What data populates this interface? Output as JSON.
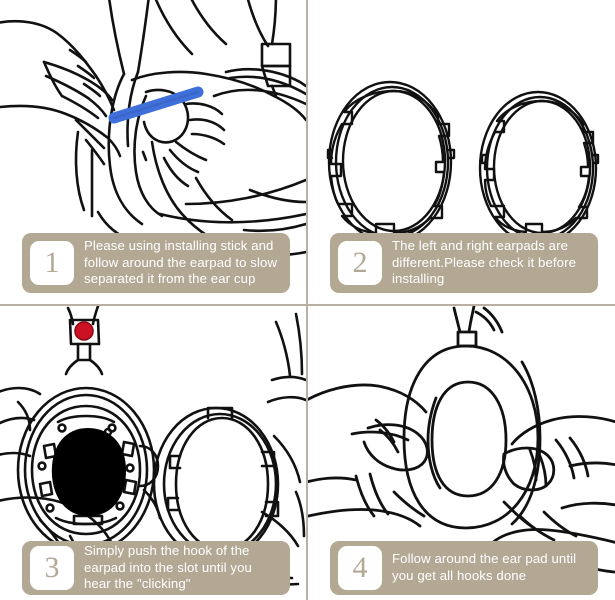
{
  "theme": {
    "caption_bar_color": "#b3a894",
    "caption_text_color": "#ffffff",
    "badge_background": "#ffffff",
    "divider_color": "#b9b1a0",
    "page_background": "#ffffff",
    "line_art_color": "#111111",
    "tool_color": "#3f6fd8",
    "marker_color": "#cc1122",
    "cavity_color": "#000000"
  },
  "steps": [
    {
      "number": "1",
      "text": "Please using installing stick and follow around the earpad to slow separated it from the ear cup",
      "illustration": "hands-prying-earpad-with-blue-stick"
    },
    {
      "number": "2",
      "text": "The left and right earpads are different.Please check it before installing",
      "illustration": "two-earpad-mounting-rings"
    },
    {
      "number": "3",
      "text": "Simply push the hook of the earpad into the slot until you hear the \"clicking\"",
      "illustration": "ear-cup-interior-and-earpad-ring"
    },
    {
      "number": "4",
      "text": "Follow around the ear pad until you get all hooks done",
      "illustration": "hands-pressing-earpad-onto-cup"
    }
  ]
}
